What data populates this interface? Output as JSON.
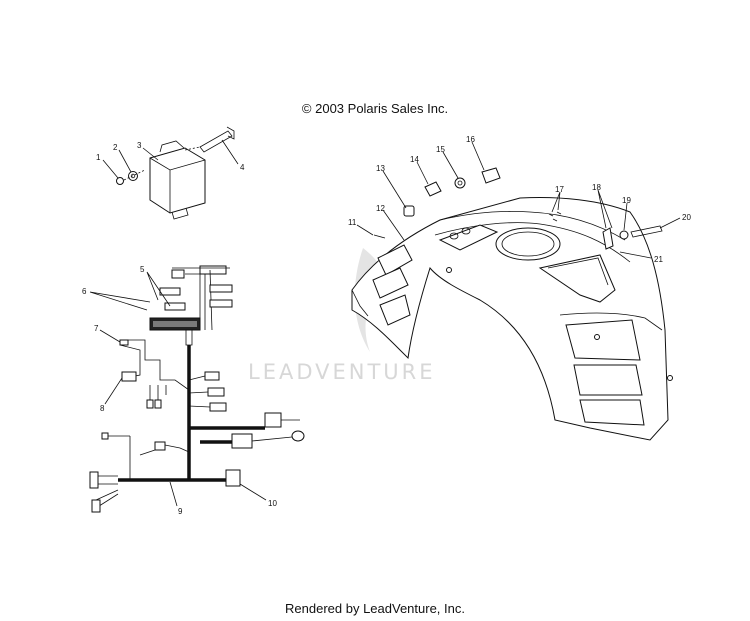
{
  "copyright": "© 2003 Polaris Sales Inc.",
  "watermark": "LEADVENTURE",
  "rendered_by": "Rendered by LeadVenture, Inc.",
  "callouts": [
    "1",
    "2",
    "3",
    "4",
    "5",
    "6",
    "7",
    "8",
    "9",
    "10",
    "11",
    "12",
    "13",
    "14",
    "15",
    "16",
    "17",
    "18",
    "19",
    "20",
    "21"
  ]
}
